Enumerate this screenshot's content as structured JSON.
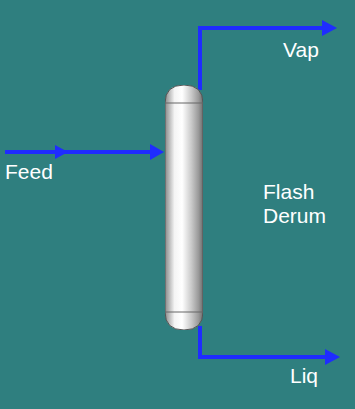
{
  "diagram": {
    "nodes": [
      {
        "text": [
          "Flash Derum"
        ]
      }
    ],
    "labels": [
      "Feed",
      "Vap",
      "Liq"
    ]
  }
}
